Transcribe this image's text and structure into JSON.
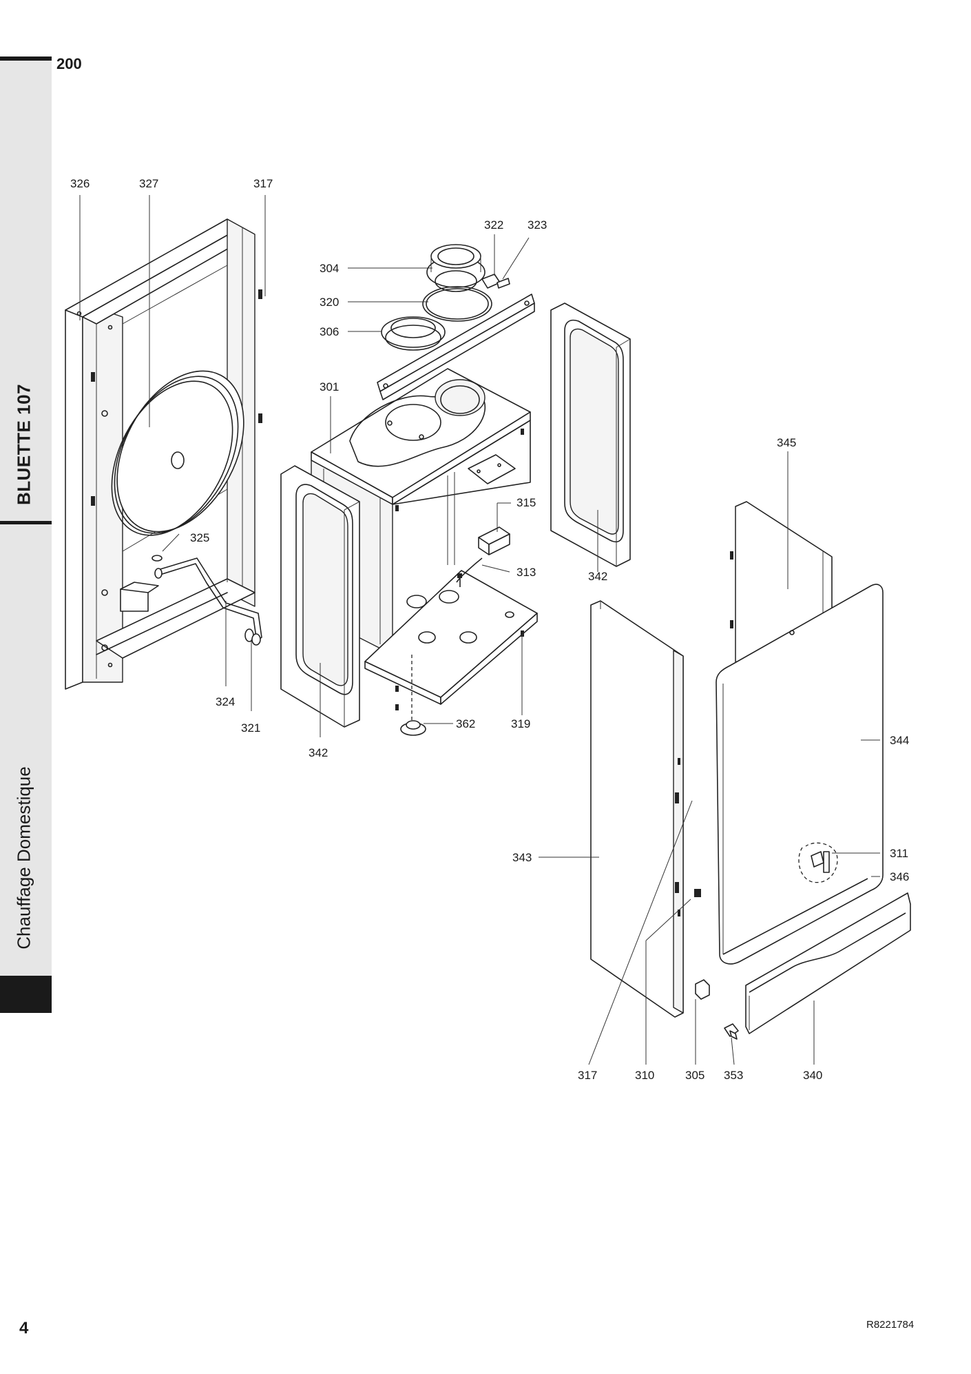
{
  "page": {
    "section_number": "200",
    "model": "BLUETTE 107",
    "category": "Chauffage Domestique",
    "page_number": "4",
    "document_reference": "R8221784"
  },
  "part_labels": {
    "p326": "326",
    "p327": "327",
    "p317a": "317",
    "p322": "322",
    "p323": "323",
    "p304": "304",
    "p320": "320",
    "p306": "306",
    "p301": "301",
    "p345": "345",
    "p315": "315",
    "p313": "313",
    "p342a": "342",
    "p325": "325",
    "p324": "324",
    "p321": "321",
    "p342b": "342",
    "p362": "362",
    "p319": "319",
    "p344": "344",
    "p343": "343",
    "p311": "311",
    "p346": "346",
    "p317b": "317",
    "p310": "310",
    "p305": "305",
    "p353": "353",
    "p340": "340"
  }
}
